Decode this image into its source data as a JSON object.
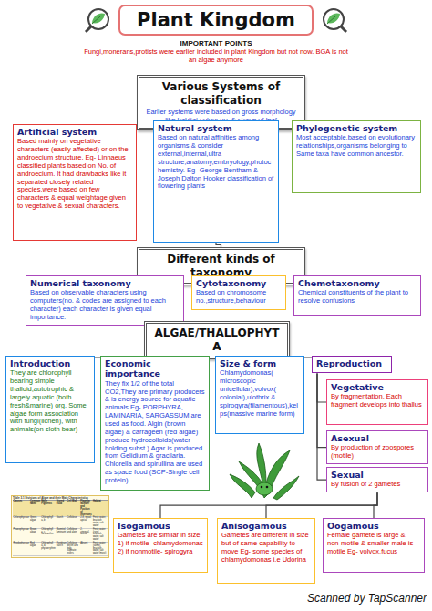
{
  "diagram": {
    "title": "Plant Kingdom",
    "nodes": [
      {
        "text": [
          "Various Systems of classification",
          "Earlier systems were based on gross morphology like habitat,colour,no. & shape of leaf"
        ]
      },
      {
        "text": [
          "Artificial system",
          "Based mainly on vegetative characters (easily affected) or on the androecium structure. Eg- Linnaeus classified plants based on No. of androecium. It had drawbacks like it separated closely related species,were based on few characters & equal weightage given to vegetative & sexual characters."
        ]
      },
      {
        "text": [
          "Natural system",
          "Based on natural affinities among organisms & consider external,internal,ultra structure,anatomy,embryology,photochemistry. Eg- George Bentham & Joseph Dalton Hooker classification of flowering plants"
        ]
      },
      {
        "text": [
          "Phylogenetic system",
          "Most acceptable,based on evolutionary relationships,organisms belonging to Same taxa have common ancestor."
        ]
      },
      {
        "text": [
          "Different kinds of taxonomy"
        ]
      },
      {
        "text": [
          "Numerical taxonomy",
          "Based on observable characters using computers(no. & codes are assigned to each character) each character is given equal importance."
        ]
      },
      {
        "text": [
          "Cytotaxonomy",
          "Based on chromosome no.,structure,behaviour"
        ]
      },
      {
        "text": [
          "Chemotaxonomy",
          "Chemical constituents of the plant to resolve confusions"
        ]
      },
      {
        "text": [
          "ALGAE/THALLOPHYTA"
        ]
      },
      {
        "text": [
          "Introduction",
          "They are chlorophyll bearing simple thalloid,autotrophic & largely aquatic (both fresh&marine) org. Some algae form association with fungi(lichen), with animals(on sloth bear)"
        ]
      },
      {
        "text": [
          "Economic importance",
          "They fix 1/2 of the total CO2,They are primary producers & is energy source for aquatic animals Eg- PORPHYRA, LAMINARIA, SARGASSUM are used as food. Algin (brown algae) & carrageen (red algae) produce hydrocolloids(water holding subst.) Agar is produced from Gelidium & gracilaria. Chlorella and spirullina are used as space food (SCP-Single cell protein)"
        ]
      },
      {
        "text": [
          "Size & form",
          "Chlamydomonas( microscopic unicellular),volvox( colonial),ulothrix & spirogyra(filamentous),kelps(massive marine form)"
        ]
      },
      {
        "text": [
          "Reproduction"
        ]
      },
      {
        "text": [
          "Vegetative",
          "By fragmentation. Each fragment develops into thallus"
        ]
      },
      {
        "text": [
          "Asexual",
          "By production of zoospores (motile)"
        ]
      },
      {
        "text": [
          "Sexual",
          "By fusion of 2 gametes"
        ]
      },
      {
        "text": [
          "Isogamous",
          "Gametes are similar in size 1) if motile- chlamydomonas 2) if nonmotile- spirogyra"
        ]
      },
      {
        "text": [
          "Anisogamous",
          "Gametes are different in size but of same capability to move Eg- some species of chlamydomonas i.e Udorina"
        ]
      },
      {
        "text": [
          "Oogamous",
          "Female gamete is large & non-motile & smaller male is motile Eg- volvox,fucus"
        ]
      }
    ],
    "edges": [
      {
        "from": 0,
        "to": 1,
        "arrow": "none"
      },
      {
        "from": 0,
        "to": 2,
        "arrow": "none"
      },
      {
        "from": 0,
        "to": 3,
        "arrow": "none"
      },
      {
        "from": 2,
        "to": 4,
        "arrow": "none"
      },
      {
        "from": 4,
        "to": 5,
        "arrow": "none"
      },
      {
        "from": 4,
        "to": 6,
        "arrow": "none"
      },
      {
        "from": 4,
        "to": 7,
        "arrow": "none"
      },
      {
        "from": 8,
        "to": 9,
        "arrow": "none"
      },
      {
        "from": 8,
        "to": 10,
        "arrow": "none"
      },
      {
        "from": 8,
        "to": 11,
        "arrow": "none"
      },
      {
        "from": 8,
        "to": 12,
        "arrow": "none"
      },
      {
        "from": 12,
        "to": 13,
        "arrow": "none"
      },
      {
        "from": 12,
        "to": 14,
        "arrow": "none"
      },
      {
        "from": 12,
        "to": 15,
        "arrow": "none"
      },
      {
        "from": 15,
        "to": 16,
        "arrow": "none"
      },
      {
        "from": 15,
        "to": 17,
        "arrow": "none"
      },
      {
        "from": 15,
        "to": 18,
        "arrow": "none"
      }
    ],
    "labels": [
      "IMPORTANT POINTS",
      "Fungi,monerans,protists were earlier included in plant Kingdom but not now. BGA is not an algae anymore",
      "Table 3.1 Divisions of Algae and their Main Characteristics",
      "Classes",
      "Common Name",
      "Major Pigments",
      "Stored Food",
      "Cell Wall",
      "Flagellar Number and Position of Insertions",
      "Habitat",
      "Chlorophyceae",
      "Green algae",
      "Chlorophyll a, b",
      "Starch",
      "Cellulose",
      "2-8, equal, apical",
      "Fresh water, brackish water, salt water",
      "Phaeophyceae",
      "Brown algae",
      "Chlorophyll a, c, fucoxanthin",
      "Mannitol, laminarin",
      "Cellulose and algin",
      "2, unequal, lateral",
      "Fresh water (rare) brackish water, salt water",
      "Rhodophyceae",
      "Red algae",
      "Chlorophyll a, d, phycoerythrin",
      "Floridean starch",
      "Cellulose, pectin and poly sulphate esters",
      "Absent",
      "Fresh water (some), brackish water, salt water (most)",
      "Scanned by TapScanner"
    ]
  }
}
